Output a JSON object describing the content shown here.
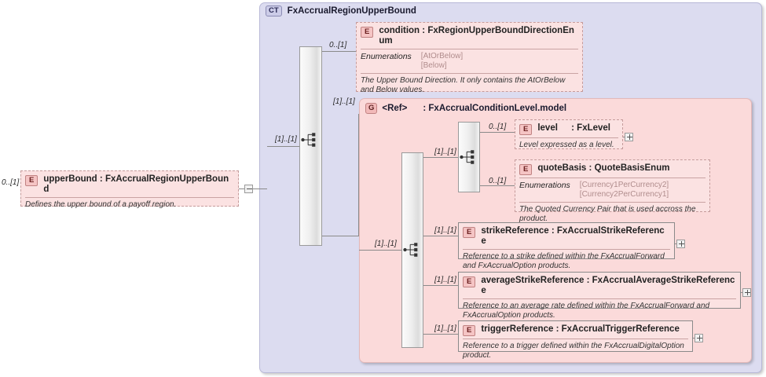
{
  "diagram": {
    "type": "xsd-schema-diagram",
    "root_element": {
      "tag": "E",
      "name": "upperBound",
      "separator": ":",
      "type": "FxAccrualRegionUpperBound",
      "documentation": "Defines the upper bound of a payoff region.",
      "cardinality": "0..[1]",
      "toggle": "minus"
    },
    "complex_type": {
      "tag": "CT",
      "name": "FxAccrualRegionUpperBound"
    },
    "group": {
      "tag": "G",
      "ref": "<Ref>",
      "separator": ":",
      "name": "FxAccrualConditionLevel.model"
    },
    "compositors": [
      {
        "name": "sequence-root",
        "icon": "sequence-icon"
      },
      {
        "name": "sequence-group",
        "icon": "sequence-icon"
      },
      {
        "name": "sequence-choice",
        "icon": "sequence-icon"
      }
    ],
    "cardinalities": {
      "condition": "0..[1]",
      "group_ref": "[1]..[1]",
      "root_seq": "[1]..[1]",
      "level": "0..[1]",
      "quote_basis": "0..[1]",
      "inner_seq": "[1]..[1]",
      "strike_ref": "[1]..[1]",
      "average_strike_ref": "[1]..[1]",
      "trigger_ref": "[1]..[1]",
      "choice_branch": "[1]..[1]"
    },
    "elements": [
      {
        "id": "condition",
        "tag": "E",
        "name": "condition",
        "separator": ":",
        "type": "FxRegionUpperBoundDirectionEnum",
        "enumerations_label": "Enumerations",
        "enumerations": [
          "[AtOrBelow]",
          "[Below]"
        ],
        "documentation": "The Upper Bound Direction. It only contains the AtOrBelow and Below values.",
        "cardinality": "0..[1]",
        "border": "dashed",
        "expander": null
      },
      {
        "id": "level",
        "tag": "E",
        "name": "level",
        "separator": ":",
        "type": "FxLevel",
        "documentation": "Level expressed as a level.",
        "cardinality": "0..[1]",
        "border": "dashed",
        "expander": "plus"
      },
      {
        "id": "quoteBasis",
        "tag": "E",
        "name": "quoteBasis",
        "separator": ":",
        "type": "QuoteBasisEnum",
        "enumerations_label": "Enumerations",
        "enumerations": [
          "[Currency1PerCurrency2]",
          "[Currency2PerCurrency1]"
        ],
        "documentation": "The Quoted Currency Pair that is used accross the product.",
        "cardinality": "0..[1]",
        "border": "dashed",
        "expander": null
      },
      {
        "id": "strikeReference",
        "tag": "E",
        "name": "strikeReference",
        "separator": ":",
        "type": "FxAccrualStrikeReference",
        "documentation": "Reference to a strike defined within the FxAccrualForward and FxAccrualOption products.",
        "cardinality": "[1]..[1]",
        "border": "solid",
        "expander": "plus"
      },
      {
        "id": "averageStrikeReference",
        "tag": "E",
        "name": "averageStrikeReference",
        "separator": ":",
        "type": "FxAccrualAverageStrikeReference",
        "documentation": "Reference to an average rate defined within the FxAccrualForward and FxAccrualOption products.",
        "cardinality": "[1]..[1]",
        "border": "solid",
        "expander": "plus"
      },
      {
        "id": "triggerReference",
        "tag": "E",
        "name": "triggerReference",
        "separator": ":",
        "type": "FxAccrualTriggerReference",
        "documentation": "Reference to a trigger defined within the FxAccrualDigitalOption product.",
        "cardinality": "[1]..[1]",
        "border": "solid",
        "expander": "plus"
      }
    ],
    "colors": {
      "ct_panel": "#dcdcf0",
      "group_panel": "#fbdada",
      "element_box": "#fbe2e2",
      "enum_text": "#b08c8c",
      "line": "#8a8a8a"
    }
  }
}
